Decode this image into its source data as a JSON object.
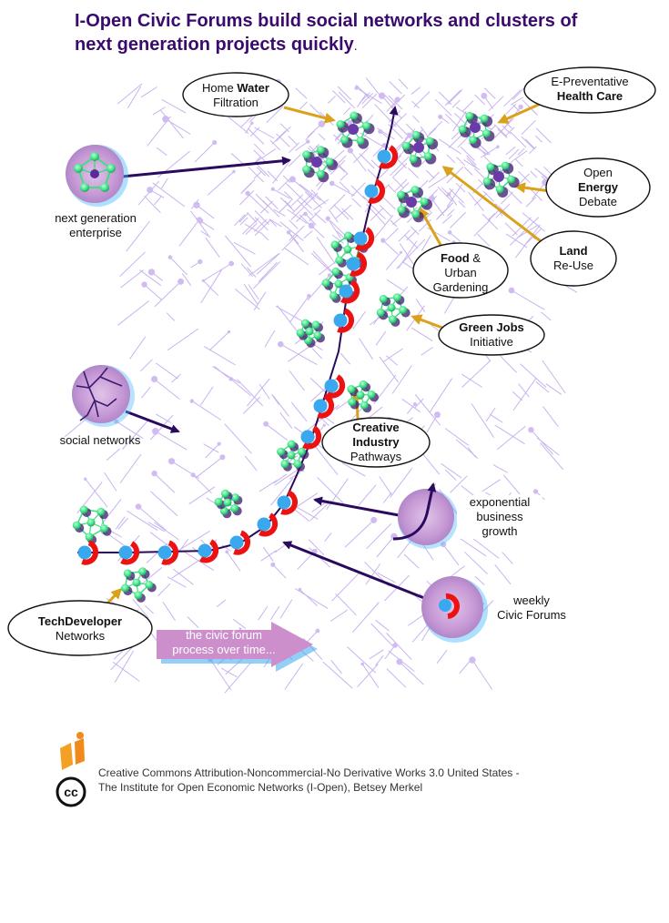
{
  "title": {
    "line1": "I-Open Civic Forums build social networks and clusters of",
    "line2": "next generation projects quickly",
    "period": "."
  },
  "bubbles": {
    "home_water": {
      "pre": "Home ",
      "bold": "Water",
      "line2": "Filtration"
    },
    "health": {
      "line1": "E-Preventative",
      "bold": "Health Care"
    },
    "energy": {
      "line1": "Open",
      "bold": "Energy",
      "line3": "Debate"
    },
    "land": {
      "bold": "Land",
      "line2": "Re-Use"
    },
    "food": {
      "bold": "Food",
      "post": " &",
      "line2": "Urban",
      "line3": "Gardening"
    },
    "green_jobs": {
      "bold": "Green Jobs",
      "line2": "Initiative"
    },
    "creative": {
      "bold1": "Creative",
      "bold2": "Industry",
      "line3": "Pathways"
    },
    "techdev": {
      "bold": "TechDeveloper",
      "line2": "Networks"
    }
  },
  "labels": {
    "enterprise": {
      "line1": "next generation",
      "line2": "enterprise"
    },
    "social": "social networks",
    "exponential": {
      "line1": "exponential",
      "line2": "business",
      "line3": "growth"
    },
    "weekly": {
      "line1": "weekly",
      "line2": "Civic Forums"
    }
  },
  "process_arrow": {
    "line1": "the civic forum",
    "line2": "process over time..."
  },
  "license": {
    "line1": "Creative Commons Attribution-Noncommercial-No Derivative Works 3.0 United States -",
    "line2": "The Institute for Open Economic Networks (I-Open), Betsey Merkel"
  },
  "icons": [
    "i-open-logo-icon",
    "creative-commons-icon",
    "civic-forum-icon",
    "enterprise-cluster-icon",
    "social-network-icon",
    "growth-curve-icon"
  ],
  "colors": {
    "title": "#3a0a6e",
    "path": "#2a0a5e",
    "node": "#44e38a",
    "forum_arc": "#ee1111",
    "forum_dot": "#3aa8ee",
    "mesh": "#b69ae8",
    "pointer": "#d9a21a",
    "process_arrow": "#cc8fcc"
  }
}
